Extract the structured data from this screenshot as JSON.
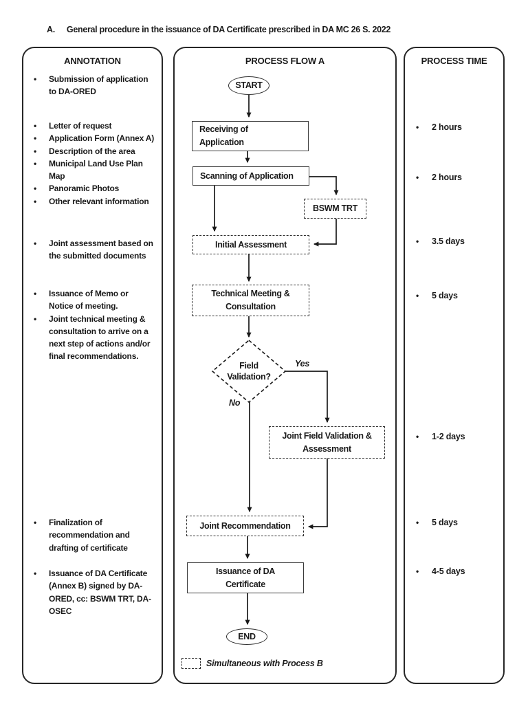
{
  "title": {
    "index": "A.",
    "text": "General procedure in the issuance of DA Certificate prescribed in DA MC 26 S. 2022"
  },
  "icons": {
    "bullet": "•"
  },
  "annotation": {
    "header": "ANNOTATION",
    "items": [
      "Submission of application to DA-ORED",
      "Letter of request",
      "Application Form (Annex A)",
      "Description of the area",
      "Municipal Land Use Plan Map",
      "Panoramic Photos",
      "Other relevant information",
      "Joint assessment based on the submitted documents",
      "Issuance of Memo or Notice of meeting.",
      "Joint technical meeting & consultation to arrive on a next step of actions and/or final recommendations.",
      "Finalization of recommendation and drafting of certificate",
      "Issuance of DA Certificate (Annex B) signed by DA-ORED, cc: BSWM TRT, DA-OSEC"
    ]
  },
  "flow": {
    "header": "PROCESS FLOW A",
    "nodes": {
      "start": "START",
      "receiving": [
        "Receiving of",
        "Application"
      ],
      "scanning": "Scanning of Application",
      "bswm_trt": "BSWM TRT",
      "initial_assessment": "Initial Assessment",
      "technical_meeting": [
        "Technical Meeting &",
        "Consultation"
      ],
      "field_validation": [
        "Field",
        "Validation?"
      ],
      "joint_field_validation": [
        "Joint Field Validation &",
        "Assessment"
      ],
      "joint_recommendation": "Joint Recommendation",
      "issuance_certificate": [
        "Issuance of DA",
        "Certificate"
      ],
      "end": "END"
    },
    "branch_labels": {
      "yes": "Yes",
      "no": "No"
    },
    "legend": "Simultaneous with Process B"
  },
  "time": {
    "header": "PROCESS TIME",
    "items": [
      "2 hours",
      "2 hours",
      "3.5 days",
      "5 days",
      "1-2 days",
      "5 days",
      "4-5 days"
    ]
  },
  "colors": {
    "ink": "#1a1a1a",
    "border": "#2f2f2f",
    "background": "#ffffff"
  }
}
